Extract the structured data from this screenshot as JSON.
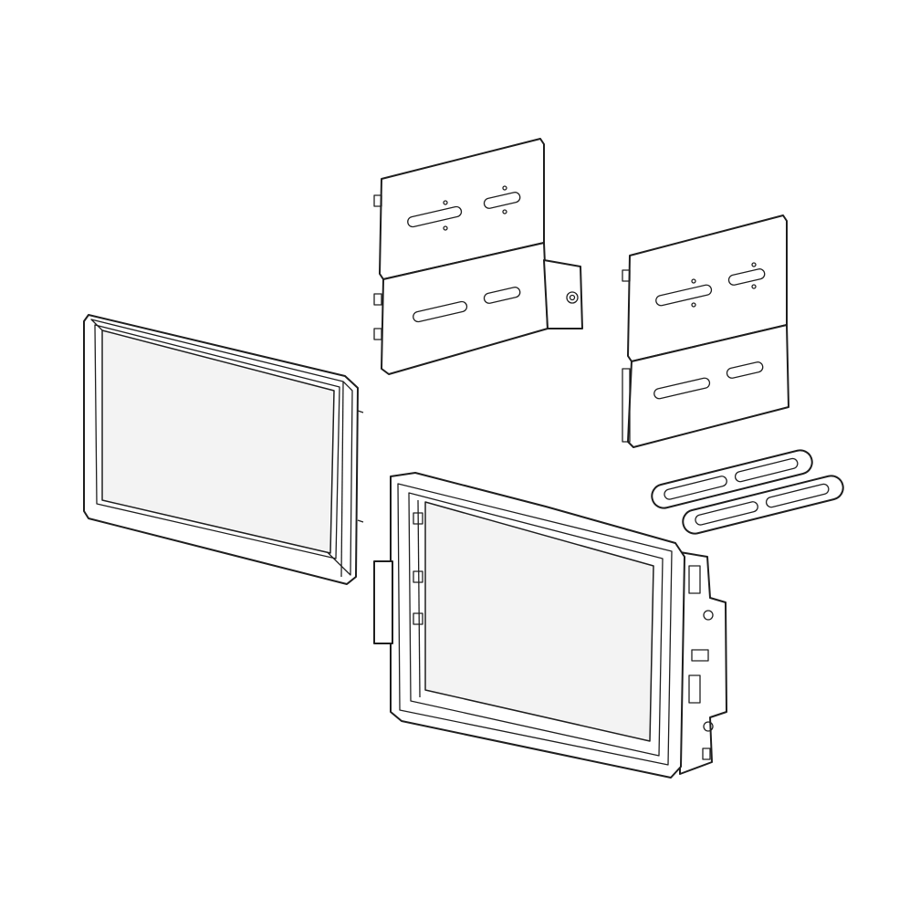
{
  "drawing": {
    "style": "line-art exploded view",
    "colors": {
      "line": "#1e1e1e",
      "background": "#ffffff"
    },
    "parts": [
      "trim-bezel",
      "mounting-bracket-left",
      "mounting-bracket-right",
      "rubber-strap",
      "rubber-strap",
      "main-dash-frame"
    ]
  }
}
